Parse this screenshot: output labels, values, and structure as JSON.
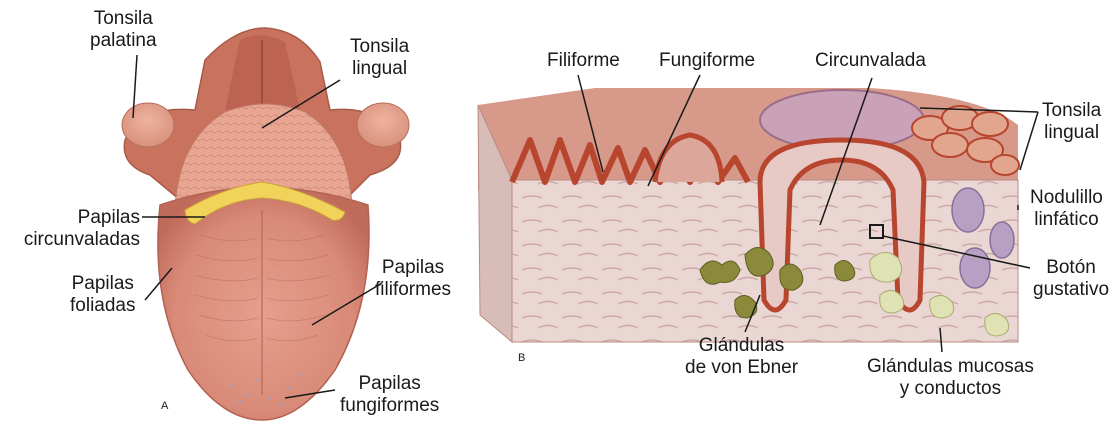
{
  "panel_a": {
    "letter": "A",
    "labels": {
      "tonsila_palatina": [
        "Tonsila",
        "palatina"
      ],
      "tonsila_lingual": [
        "Tonsila",
        "lingual"
      ],
      "papilas_circunvaladas": [
        "Papilas",
        "circunvaladas"
      ],
      "papilas_foliadas": [
        "Papilas",
        "foliadas"
      ],
      "papilas_filiformes": [
        "Papilas",
        "filiformes"
      ],
      "papilas_fungiformes": [
        "Papilas",
        "fungiformes"
      ]
    }
  },
  "panel_b": {
    "letter": "B",
    "labels": {
      "filiforme": "Filiforme",
      "fungiforme": "Fungiforme",
      "circunvalada": "Circunvalada",
      "tonsila_lingual": [
        "Tonsila",
        "lingual"
      ],
      "nodulillo_linfatico": [
        "Nodulillo",
        "linfático"
      ],
      "boton_gustativo": [
        "Botón",
        "gustativo"
      ],
      "glandulas_von_ebner": [
        "Glándulas",
        "de von Ebner"
      ],
      "glandulas_mucosas": [
        "Glándulas mucosas",
        "y conductos"
      ]
    }
  },
  "colors": {
    "tongue": "#d98a78",
    "tongue_dark": "#c06a5a",
    "throat": "#c9735f",
    "gland_yellow": "#f1d35c",
    "tissue": "#ead6d2",
    "papilla_red": "#b8452e",
    "gland_green": "#8a8a3a",
    "mucous_gland": "#dfe3b4",
    "lymph": "#b7a0c4"
  }
}
